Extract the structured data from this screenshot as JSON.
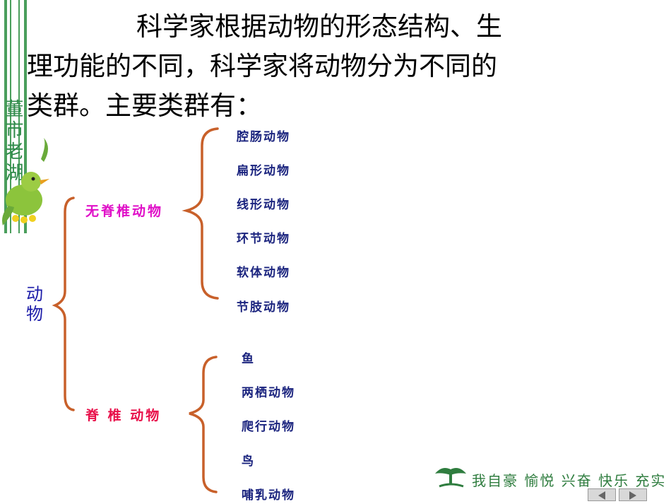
{
  "heading": {
    "text": "科学家根据动物的形态结构、生理功能的不同，科学家将动物分为不同的类群。主要类群有："
  },
  "decoration": {
    "vertical_text": "董市老湖",
    "slogan": "我自豪 愉悦 兴奋 快乐 充实"
  },
  "tree": {
    "root": "动物",
    "invertebrates": {
      "label": "无脊椎动物",
      "items": [
        "腔肠动物",
        "扁形动物",
        "线形动物",
        "环节动物",
        "软体动物",
        "节肢动物"
      ]
    },
    "vertebrates": {
      "label": "脊 椎 动物",
      "items": [
        "鱼",
        "两栖动物",
        "爬行动物",
        "鸟",
        "哺乳动物"
      ]
    }
  },
  "colors": {
    "brace": "#c8602a",
    "root_text": "#1a1aa8",
    "invertebrate_label": "#e010c8",
    "vertebrate_label": "#e8104a",
    "leaf_text": "#1a237e",
    "decor_green": "#4a9e5c"
  },
  "nav": {
    "prev_icon": "triangle-left",
    "next_icon": "triangle-right"
  }
}
